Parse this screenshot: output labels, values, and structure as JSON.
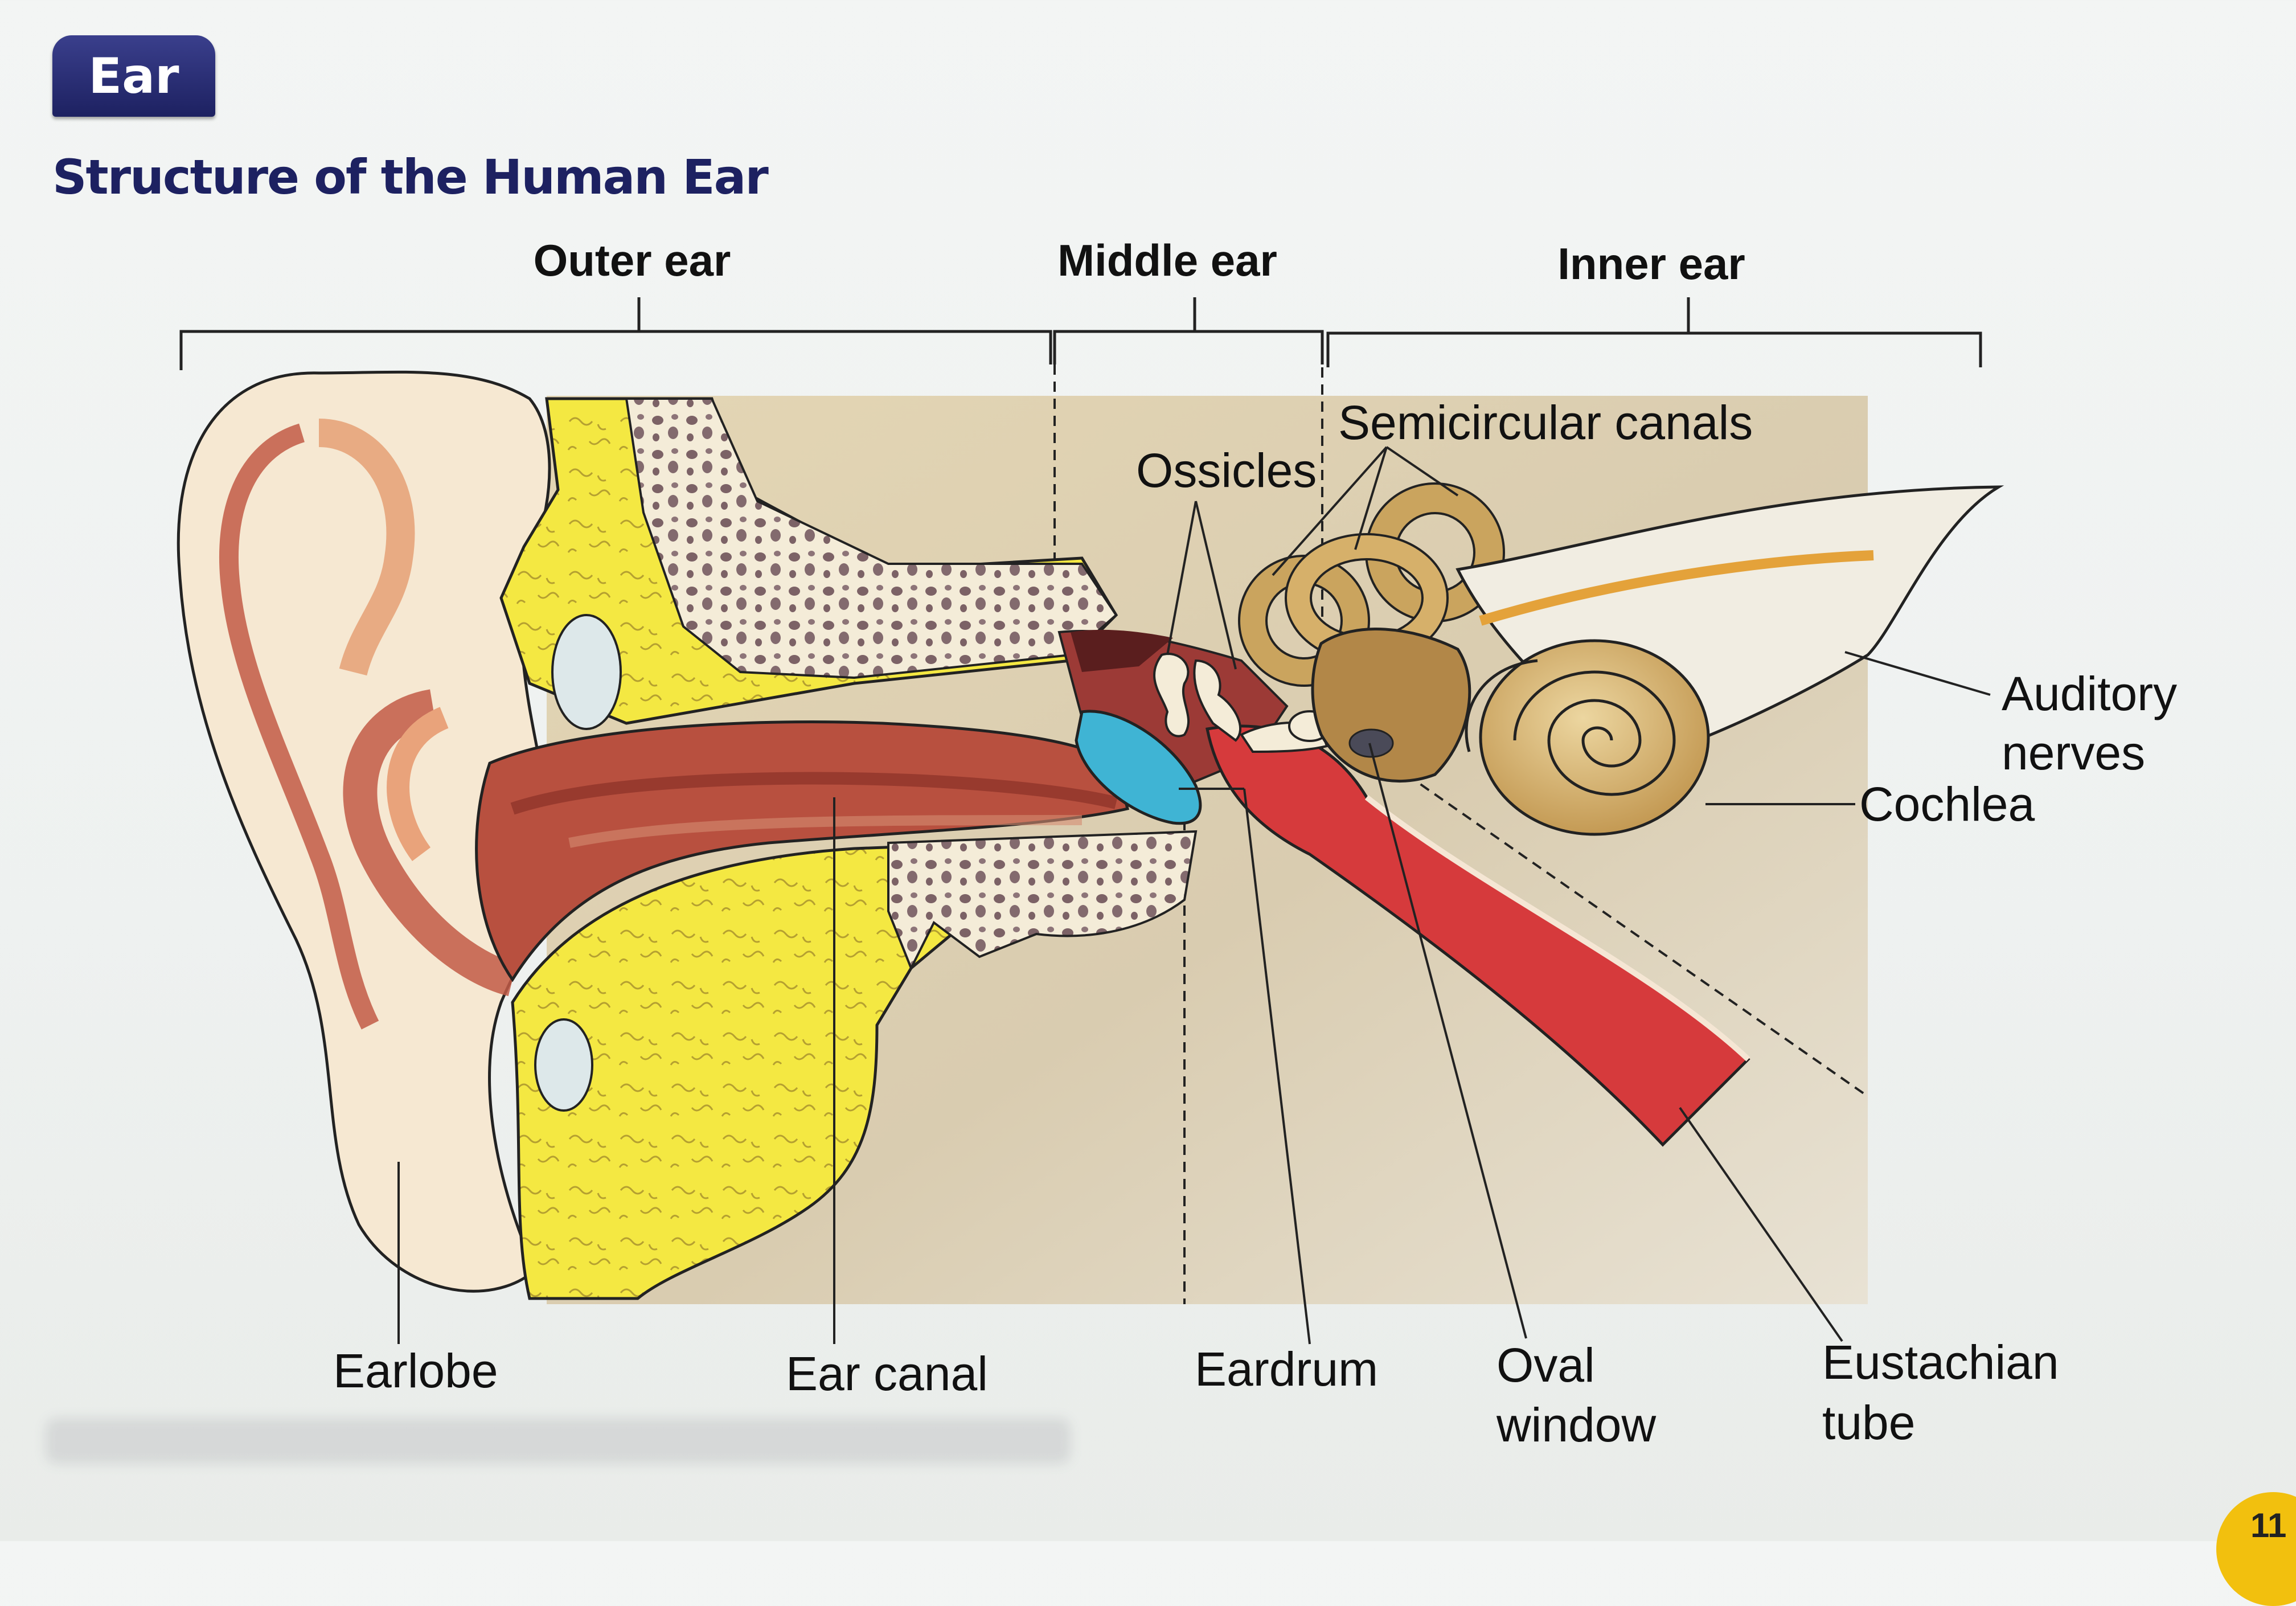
{
  "badge": {
    "text": "Ear"
  },
  "title": "Structure of the Human Ear",
  "sections": {
    "outer": "Outer ear",
    "middle": "Middle ear",
    "inner": "Inner ear"
  },
  "labels": {
    "semicircular_canals": "Semicircular canals",
    "ossicles": "Ossicles",
    "auditory_nerves_line1": "Auditory",
    "auditory_nerves_line2": "nerves",
    "cochlea": "Cochlea",
    "earlobe": "Earlobe",
    "ear_canal": "Ear canal",
    "eardrum": "Eardrum",
    "oval_window_line1": "Oval",
    "oval_window_line2": "window",
    "eustachian_line1": "Eustachian",
    "eustachian_line2": "tube"
  },
  "page_number": "11",
  "colors": {
    "badge": "#1d2161",
    "title": "#1d2161",
    "skin": "#f6e8d2",
    "cartilage": "#f3e64a",
    "canal": "#b8503f",
    "eardrum": "#3fb4d4",
    "cochlea": "#caa45e",
    "eustachian": "#d63a3c",
    "page_badge": "#f2c00e"
  }
}
